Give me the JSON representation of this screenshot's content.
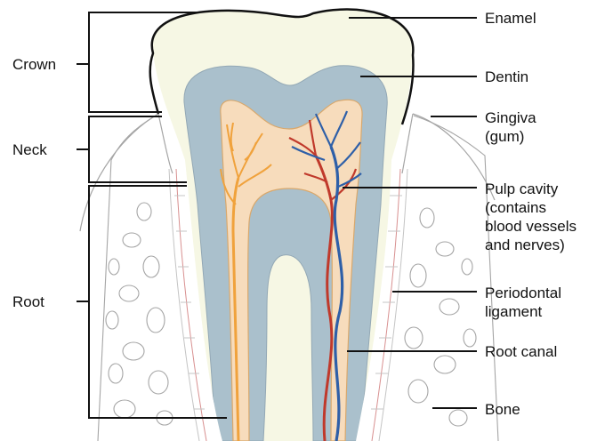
{
  "diagram": {
    "colors": {
      "enamel": "#f6f7e4",
      "dentin": "#aac0cc",
      "pulp": "#f7dcbc",
      "nerve": "#f0a23c",
      "artery": "#c0392b",
      "vein": "#2e5fa8",
      "bone_line": "#9a9a9a",
      "leader_line": "#111111"
    },
    "labels": {
      "crown": "Crown",
      "neck": "Neck",
      "root": "Root",
      "enamel": "Enamel",
      "dentin": "Dentin",
      "gingiva": "Gingiva\n(gum)",
      "pulp_cavity": "Pulp cavity\n(contains\nblood vessels\nand nerves)",
      "periodontal_ligament": "Periodontal\nligament",
      "root_canal": "Root canal",
      "bone": "Bone"
    }
  }
}
